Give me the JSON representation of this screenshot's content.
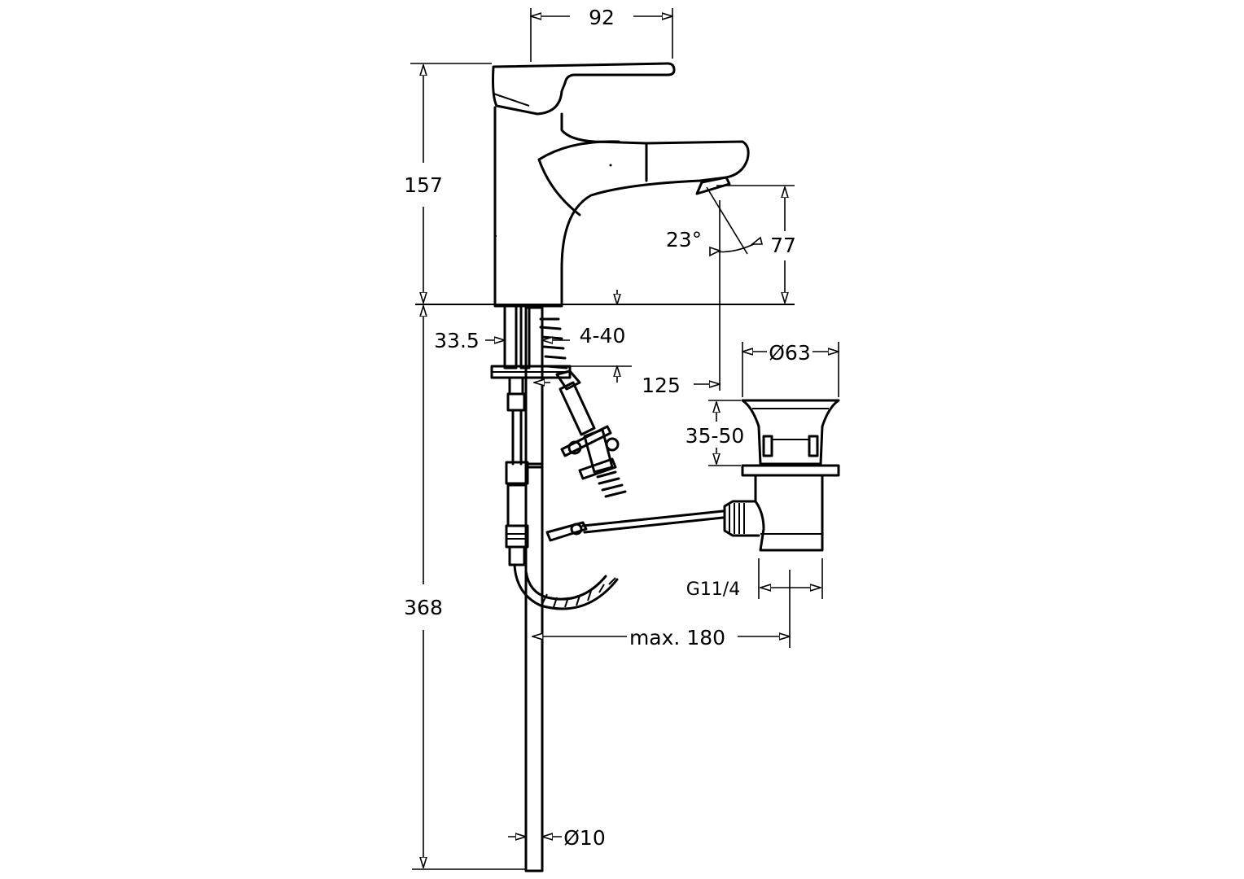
{
  "dimensions": {
    "width_top": "92",
    "total_height": "157",
    "spout_height": "77",
    "spout_angle": "23°",
    "base_offset": "33.5",
    "deck_thickness": "4-40",
    "spout_reach": "125",
    "waste_diameter": "Ø63",
    "waste_height": "35-50",
    "waste_thread": "G11/4",
    "rod_reach": "max. 180",
    "below_deck_length": "368",
    "rod_diameter": "Ø10"
  },
  "colors": {
    "line": "#000000",
    "background": "#ffffff"
  }
}
